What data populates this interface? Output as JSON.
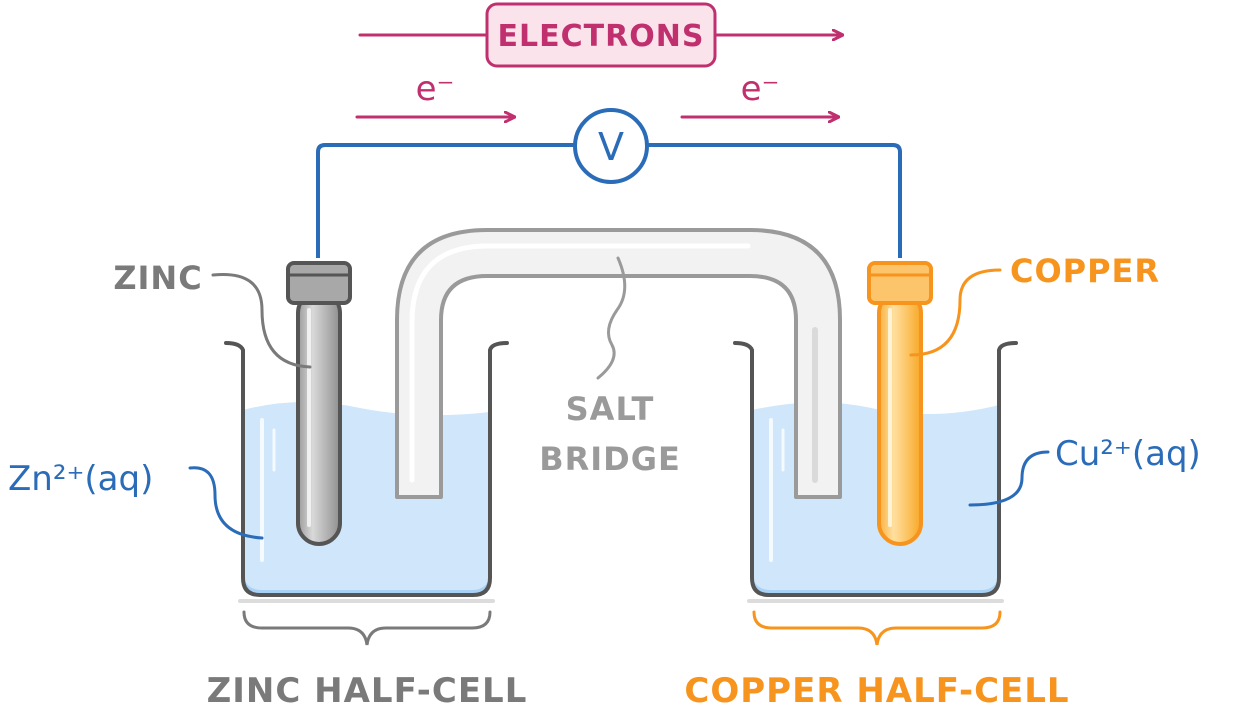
{
  "header": {
    "electrons_label": "ELECTRONS",
    "electron_symbol_left": "e⁻",
    "electron_symbol_right": "e⁻"
  },
  "meter": {
    "symbol": "V"
  },
  "labels": {
    "zinc": "ZINC",
    "copper": "COPPER",
    "salt_bridge_line1": "SALT",
    "salt_bridge_line2": "BRIDGE",
    "zinc_ion": "Zn²⁺(aq)",
    "copper_ion": "Cu²⁺(aq)",
    "zinc_half_cell": "ZINC HALF-CELL",
    "copper_half_cell": "COPPER HALF-CELL"
  },
  "colors": {
    "electron_flow": "#c0306e",
    "electron_box_fill": "#fbe3ec",
    "wire": "#2b6cb8",
    "zinc": "#8a8a8a",
    "copper": "#f7941d",
    "copper_fill": "#fcc56b",
    "solution": "#cfe6fb",
    "salt_bridge": "#f2f2f2",
    "outline": "#555555"
  }
}
